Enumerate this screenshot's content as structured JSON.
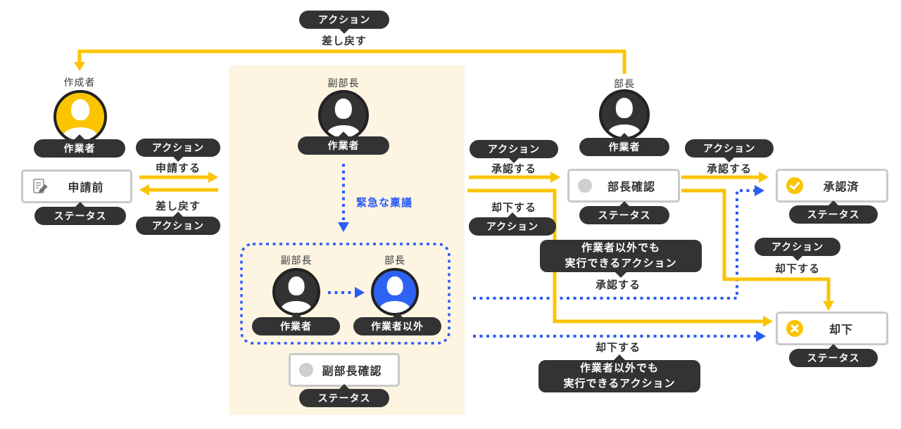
{
  "colors": {
    "flow_yellow": "#FBC400",
    "pill_dark": "#333333",
    "flow_blue": "#2B5CF6",
    "panel_cream": "#FDF5E2",
    "box_border_gray": "#C9C9C9",
    "pending_dot_gray": "#CFCFCF"
  },
  "labels": {
    "action_tag": "アクション",
    "status_tag": "ステータス"
  },
  "actors": {
    "creator": {
      "title": "作成者",
      "role": "作業者"
    },
    "vice_manager": {
      "title": "副部長",
      "role": "作業者"
    },
    "inner_vice_manager": {
      "title": "副部長",
      "role": "作業者"
    },
    "inner_manager": {
      "title": "部長",
      "role": "作業者以外"
    },
    "manager": {
      "title": "部長",
      "role": "作業者"
    }
  },
  "statuses": {
    "before_application": "申請前",
    "vice_manager_check": "副部長確認",
    "manager_check": "部長確認",
    "approved": "承認済",
    "rejected": "却下"
  },
  "actions": {
    "send_back_top": "差し戻す",
    "apply": "申請する",
    "send_back": "差し戻す",
    "approve_to_manager": "承認する",
    "reject_from_vice": "却下する",
    "approve_final": "承認する",
    "reject_final": "却下する",
    "approve_nonworker": "承認する",
    "reject_nonworker": "却下する"
  },
  "notes": {
    "urgent_flow": "緊急な稟議",
    "nonworker_tooltip_line1": "作業者以外でも",
    "nonworker_tooltip_line2": "実行できるアクション"
  }
}
